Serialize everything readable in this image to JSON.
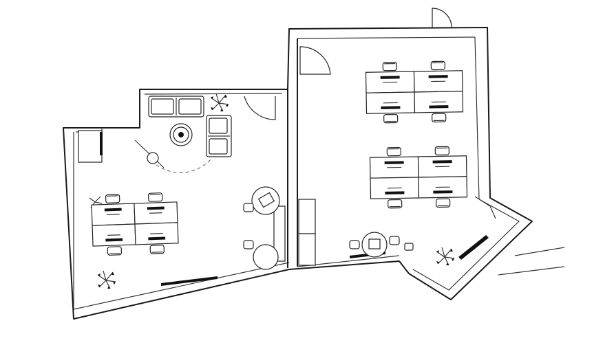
{
  "diagram": {
    "kind": "office floor plan",
    "palette": {
      "ink": "#1a1a1a",
      "paper": "#ffffff",
      "window": "#111111"
    },
    "rooms": [
      {
        "id": "left-office",
        "workstations": 4,
        "lounge": true,
        "round_table": true
      },
      {
        "id": "right-office",
        "workstations": 8,
        "round_table": true
      },
      {
        "id": "corner-room",
        "plant": true
      }
    ],
    "plants": 4,
    "doors": 3
  }
}
